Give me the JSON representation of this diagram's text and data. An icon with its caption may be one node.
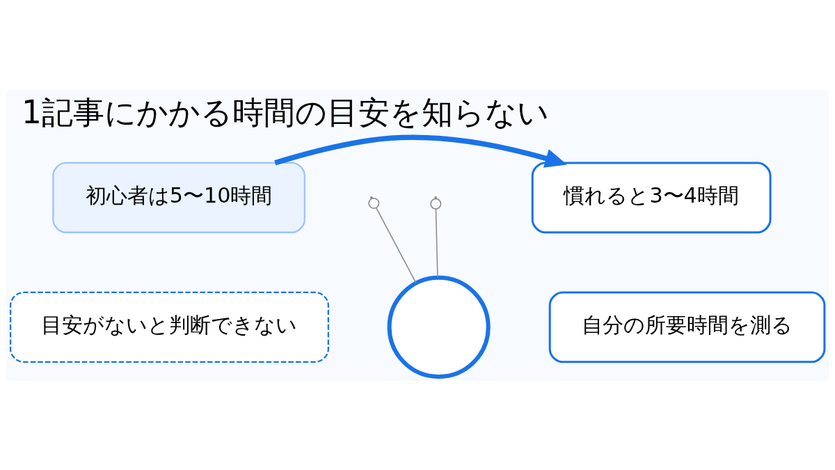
{
  "diagram": {
    "title": "1記事にかかる時間の目安を知らない",
    "nodes": [
      {
        "text": [
          "初心者は5〜10時間"
        ]
      },
      {
        "text": [
          "慣れると3〜4時間"
        ]
      },
      {
        "text": [
          "目安がないと判断できない"
        ]
      },
      {
        "text": [],
        "shape": "circle"
      },
      {
        "text": [
          "自分の所要時間を測る"
        ]
      }
    ],
    "edges": [
      {
        "from": 0,
        "to": 1,
        "arrow": "to",
        "style": "thick",
        "color": "#1a73e8"
      },
      {
        "from": null,
        "to": 3,
        "arrow": "other"
      },
      {
        "from": null,
        "to": 3,
        "arrow": "other"
      }
    ]
  }
}
